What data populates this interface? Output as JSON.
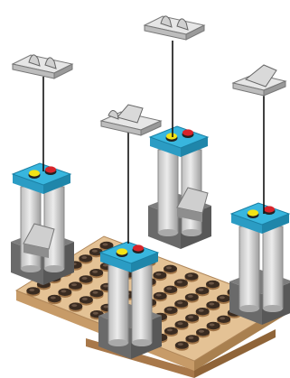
{
  "illustration": {
    "subject": "building-instruction-step",
    "colors": {
      "base_plate": "#e2c194",
      "base_plate_dark": "#b0875a",
      "stud_dark": "#3a2b20",
      "pillar_light": "#d8d8d8",
      "pillar_shadow": "#a8a8a8",
      "brick_dark": "#585858",
      "cap_blue": "#38b6de",
      "button_yellow": "#f2e316",
      "button_red": "#d7242a",
      "guide_line": "#111111",
      "part_gray": "#d6d6d6"
    },
    "plate": {
      "stud_columns": 8,
      "stud_rows": 8
    },
    "pillars": [
      {
        "name": "back-center"
      },
      {
        "name": "front-left"
      },
      {
        "name": "right"
      },
      {
        "name": "front-center"
      }
    ],
    "floating_parts": [
      {
        "name": "clip-plate-left",
        "icon": "clip-plate-icon"
      },
      {
        "name": "clip-plate-top",
        "icon": "clip-plate-icon"
      },
      {
        "name": "slope-plate-middle",
        "icon": "slope-plate-icon"
      },
      {
        "name": "slope-plate-right",
        "icon": "slope-plate-icon"
      }
    ]
  }
}
